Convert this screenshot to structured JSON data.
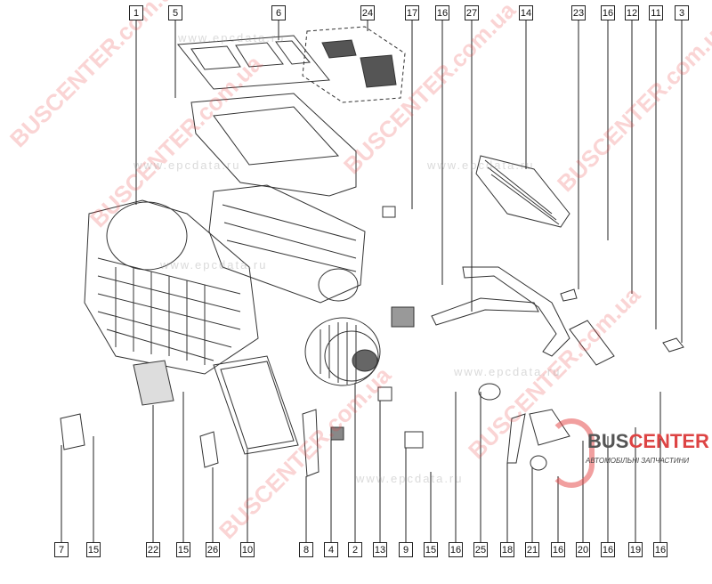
{
  "diagram": {
    "top_callouts": [
      "1",
      "5",
      "6",
      "24",
      "17",
      "16",
      "27",
      "14",
      "23",
      "16",
      "12",
      "11",
      "3"
    ],
    "bottom_callouts": [
      "7",
      "15",
      "22",
      "15",
      "26",
      "10",
      "8",
      "4",
      "2",
      "13",
      "9",
      "15",
      "16",
      "25",
      "18",
      "21",
      "16",
      "20",
      "16",
      "19",
      "16"
    ]
  },
  "watermarks": {
    "site": "BUSCENTER.com.ua",
    "epc": "www.epcdata.ru"
  },
  "logo": {
    "brand_part1": "BUS",
    "brand_part2": "CENTER",
    "tagline": "АВТОМОБІЛЬНІ ЗАПЧАСТИНИ"
  },
  "colors": {
    "line": "#222222",
    "watermark": "#e03c3c"
  }
}
